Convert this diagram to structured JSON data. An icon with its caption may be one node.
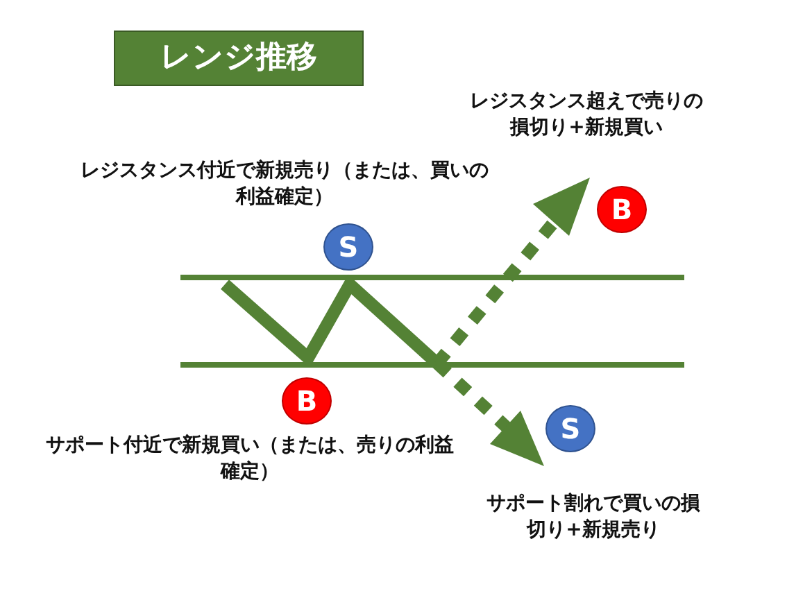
{
  "diagram": {
    "title": "レンジ推移",
    "nodes": [
      {
        "text": [
          "B"
        ],
        "beside": [
          "レジスタンス超えで売りの損切り+新規買い"
        ]
      },
      {
        "text": [
          "S"
        ],
        "beside": [
          "レジスタンス付近で新規売り（または、買いの利益確定）"
        ]
      },
      {
        "text": [
          "B"
        ],
        "beside": [
          "サポート付近で新規買い（または、売りの利益確定）"
        ]
      },
      {
        "text": [
          "S"
        ],
        "beside": [
          "サポート割れで買いの損切り+新規売り"
        ]
      }
    ]
  }
}
